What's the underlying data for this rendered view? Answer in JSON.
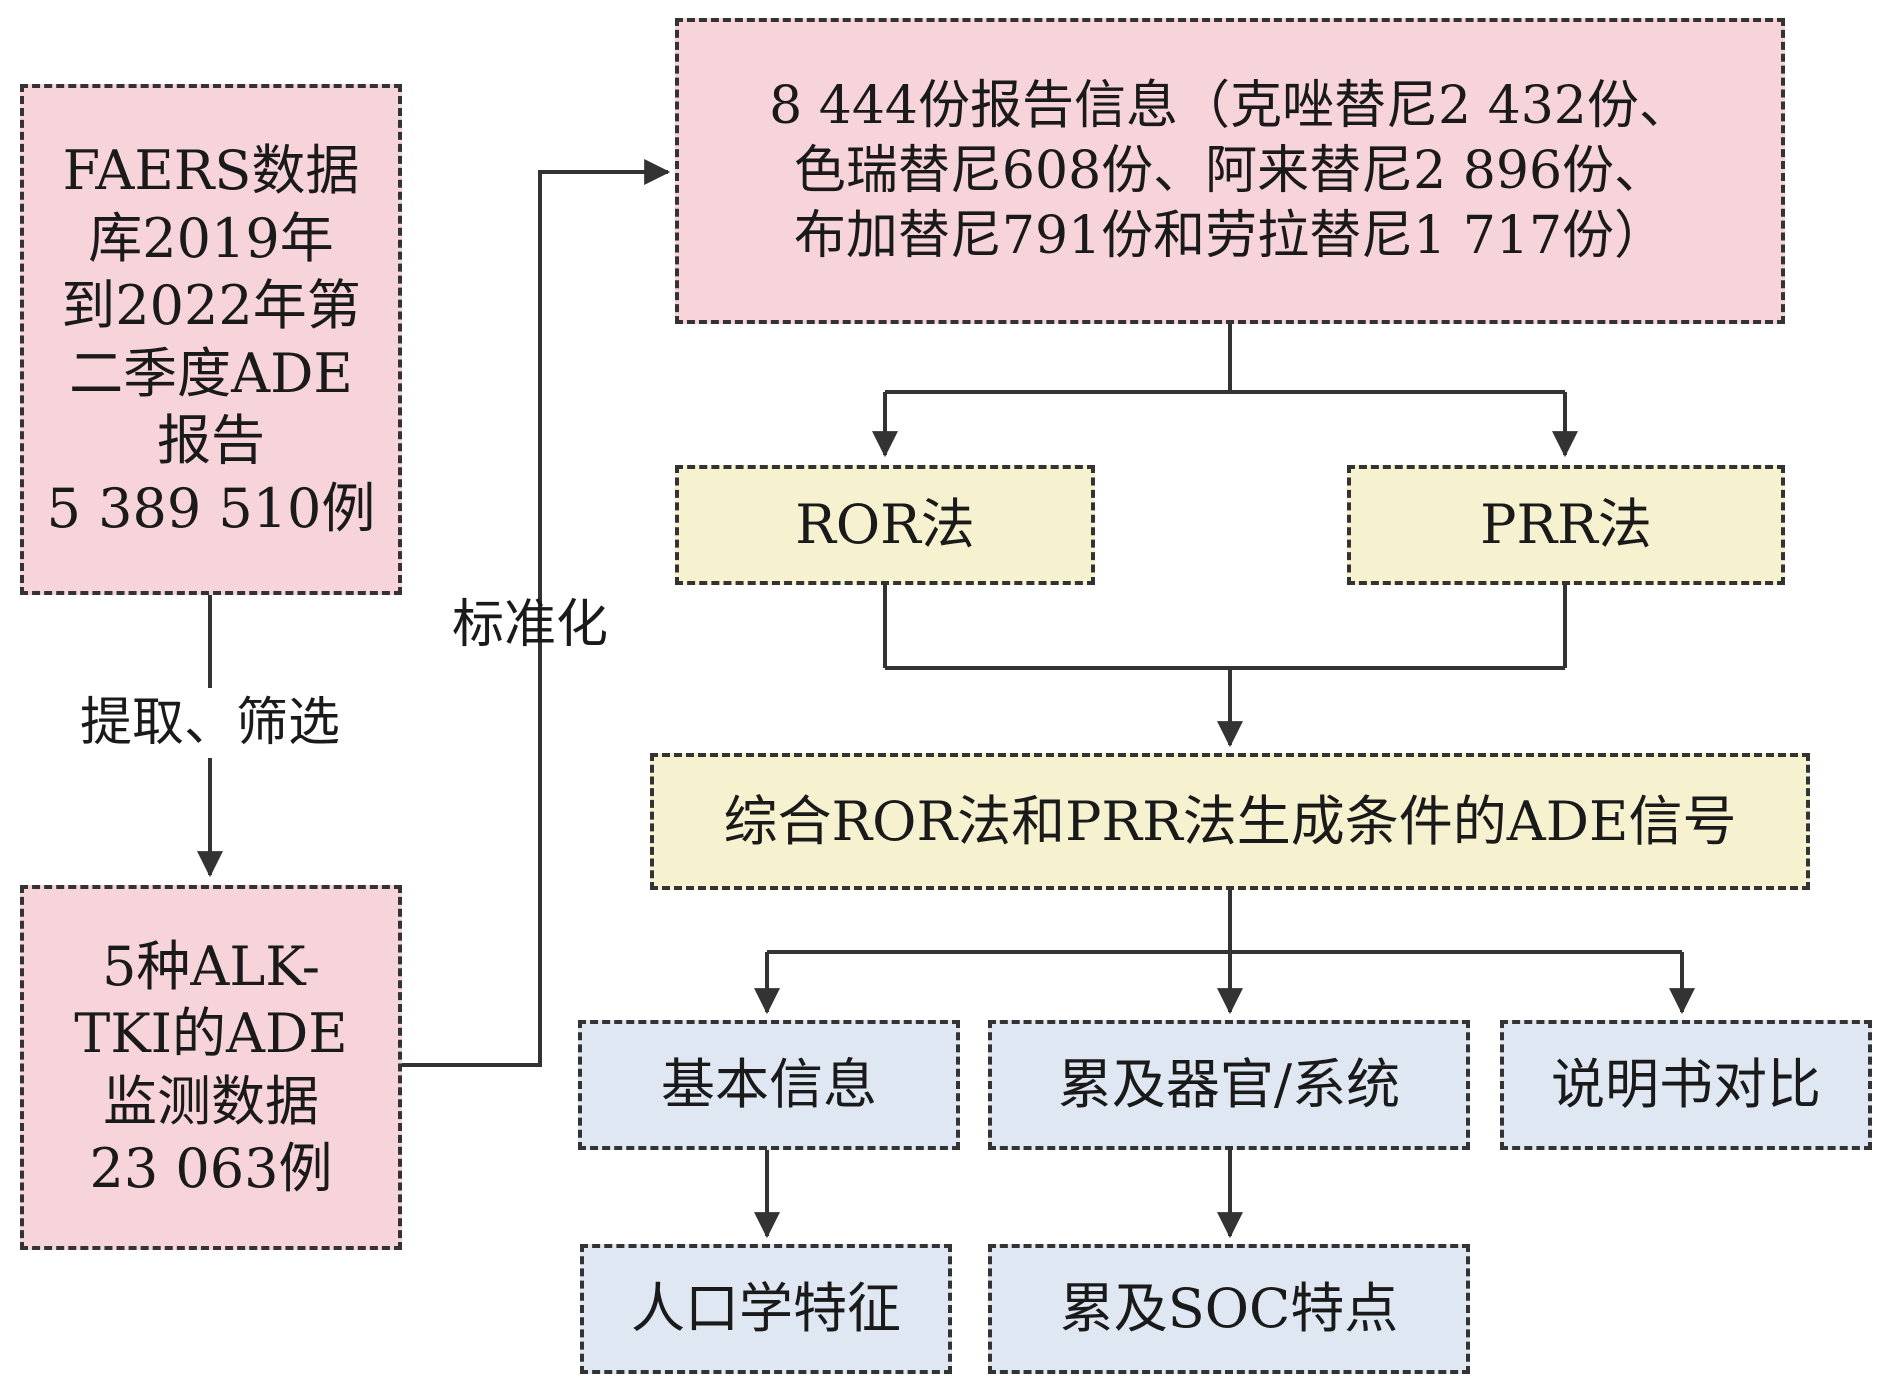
{
  "colors": {
    "input_fill": "#f7d4da",
    "method_fill": "#f6f2cf",
    "analysis_fill": "#dfe8f2",
    "line": "#333333"
  },
  "nodes": {
    "faers_database": {
      "lines": [
        "FAERS数据",
        "库2019年",
        "到2022年第",
        "二季度ADE",
        "报告",
        "5 389 510例"
      ]
    },
    "alk_tki_data": {
      "lines": [
        "5种ALK-",
        "TKI的ADE",
        "监测数据",
        "23 063例"
      ]
    },
    "report_info": {
      "lines": [
        "8 444份报告信息（克唑替尼2 432份、",
        "色瑞替尼608份、阿来替尼2 896份、",
        "布加替尼791份和劳拉替尼1 717份）"
      ]
    },
    "ror_method": {
      "text": "ROR法"
    },
    "prr_method": {
      "text": "PRR法"
    },
    "combined_signal": {
      "text": "综合ROR法和PRR法生成条件的ADE信号"
    },
    "basic_info": {
      "text": "基本信息"
    },
    "organ_system": {
      "text": "累及器官/系统"
    },
    "label_comparison": {
      "text": "说明书对比"
    },
    "demographics": {
      "text": "人口学特征"
    },
    "soc_features": {
      "text": "累及SOC特点"
    }
  },
  "edges": {
    "extract_filter_label": "提取、筛选",
    "standardize_label": "标准化"
  }
}
